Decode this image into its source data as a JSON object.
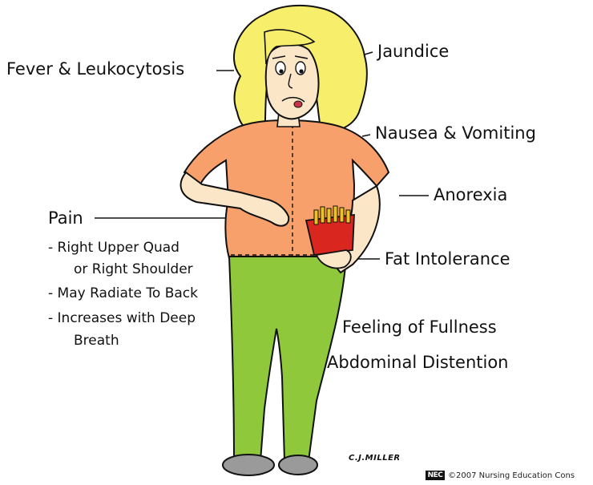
{
  "labels": {
    "fever": "Fever & Leukocytosis",
    "jaundice": "Jaundice",
    "nausea": "Nausea & Vomiting",
    "anorexia": "Anorexia",
    "pain": "Pain",
    "pain_right_upper": "- Right Upper Quad",
    "pain_right_shoulder": "or Right Shoulder",
    "pain_radiate": "- May Radiate To Back",
    "pain_increases": "- Increases with Deep",
    "pain_breath": "Breath",
    "fat_intolerance": "Fat Intolerance",
    "fullness": "Feeling of Fullness",
    "distention": "Abdominal Distention"
  },
  "signature": "C.J.MILLER",
  "logo_text": "NEC",
  "copyright": "©2007 Nursing Education Cons",
  "colors": {
    "hair": "#f7ef6b",
    "skin": "#fbe7c8",
    "shirt": "#f7a06b",
    "pants": "#8fc83a",
    "shoes": "#9a9a9a",
    "fries_box": "#d9271f",
    "fries": "#f2c21a"
  }
}
